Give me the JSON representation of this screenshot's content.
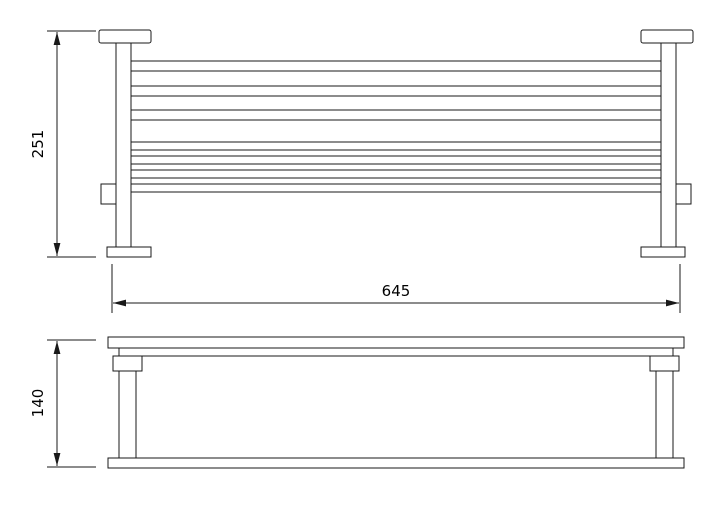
{
  "drawing": {
    "views": {
      "front": {
        "height_label": "251",
        "width_label": "645",
        "rail_count": 7
      },
      "profile": {
        "depth_label": "140"
      }
    },
    "colors": {
      "line": "#191919",
      "text": "#000000",
      "background": "#ffffff"
    }
  }
}
